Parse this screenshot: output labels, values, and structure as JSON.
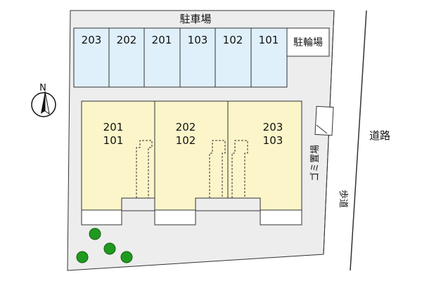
{
  "parking": {
    "title": "駐車場",
    "spaces": [
      "203",
      "202",
      "201",
      "103",
      "102",
      "101"
    ]
  },
  "bicycle_parking": {
    "label": "駐輪場"
  },
  "buildings": [
    {
      "upper": "201",
      "lower": "101"
    },
    {
      "upper": "202",
      "lower": "102"
    },
    {
      "upper": "203",
      "lower": "103"
    }
  ],
  "garbage": {
    "label": "ゴミ置場"
  },
  "road": {
    "label": "道路"
  },
  "sidewalk": {
    "label": "歩道"
  },
  "compass": {
    "north": "N"
  },
  "colors": {
    "lot": "#ededed",
    "parking": "#dff0fb",
    "building": "#fbf5c9",
    "tree": "#1f9a1f",
    "line": "#333333"
  }
}
